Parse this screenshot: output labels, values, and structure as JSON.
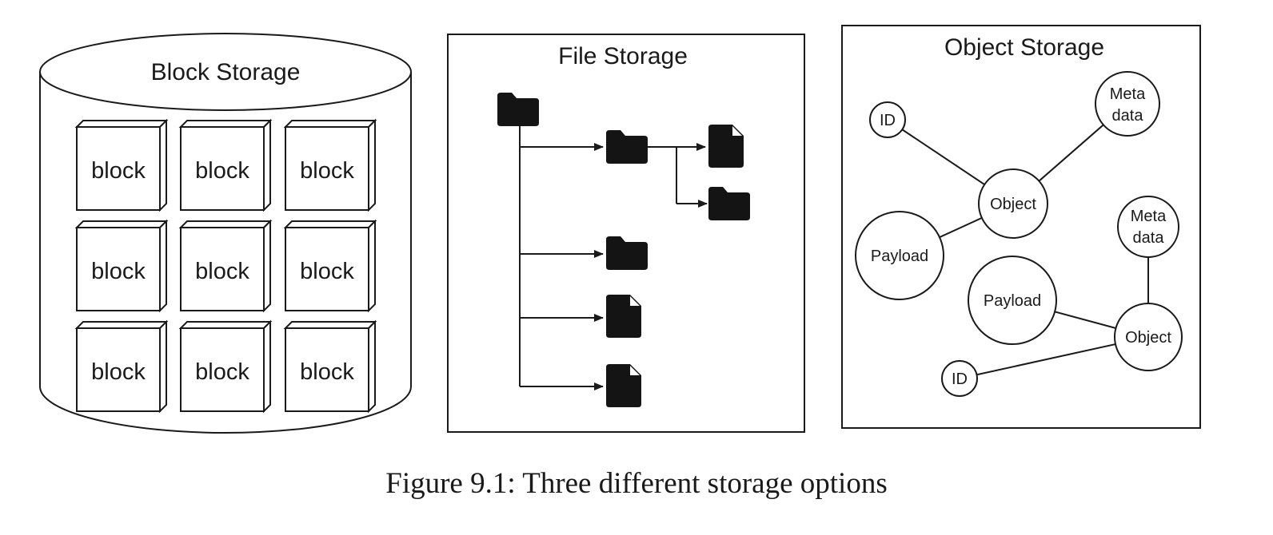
{
  "block_storage": {
    "title": "Block Storage",
    "blocks": [
      "block",
      "block",
      "block",
      "block",
      "block",
      "block",
      "block",
      "block",
      "block"
    ]
  },
  "file_storage": {
    "title": "File Storage",
    "root": "folder-icon",
    "children": [
      {
        "type": "folder-icon",
        "children": [
          "file-icon",
          "folder-icon"
        ]
      },
      {
        "type": "folder-icon"
      },
      {
        "type": "file-icon"
      },
      {
        "type": "file-icon"
      }
    ]
  },
  "object_storage": {
    "title": "Object Storage",
    "object_1": {
      "label": "Object",
      "id": "ID",
      "metadata": [
        "Meta",
        "data"
      ],
      "payload": "Payload"
    },
    "object_2": {
      "label": "Object",
      "id": "ID",
      "metadata": [
        "Meta",
        "data"
      ],
      "payload": "Payload"
    }
  },
  "caption": "Figure 9.1: Three different storage options",
  "colors": {
    "ink": "#1a1a1a",
    "background": "#ffffff"
  }
}
